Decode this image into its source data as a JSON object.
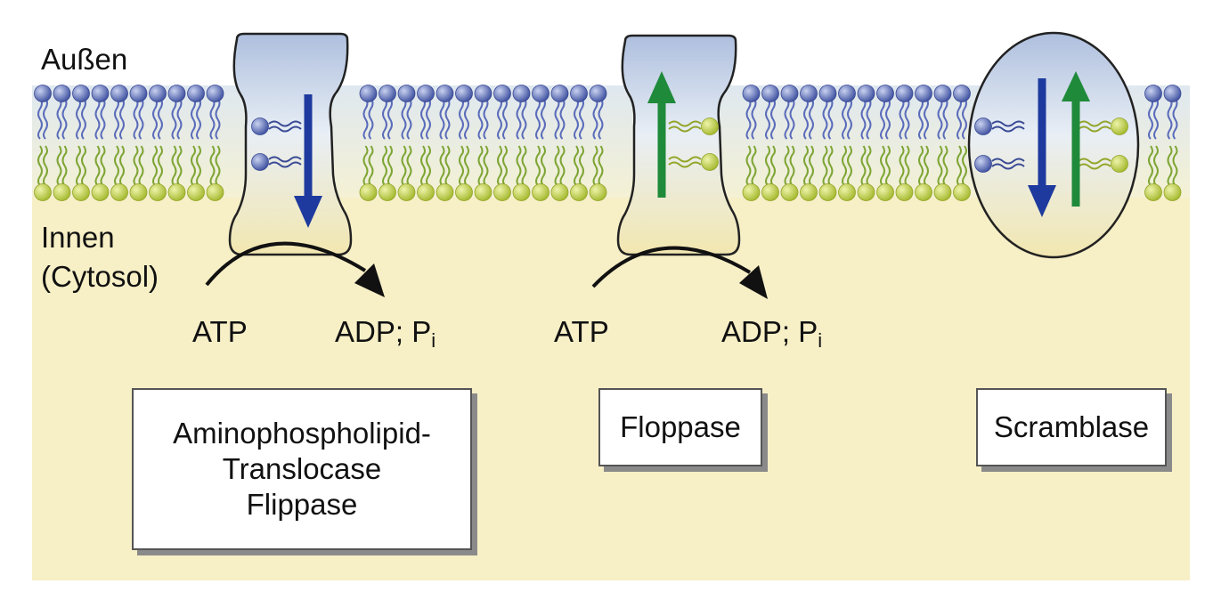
{
  "labels": {
    "outside": "Außen",
    "inside_line1": "Innen",
    "inside_line2": "(Cytosol)"
  },
  "proteins": [
    {
      "name_lines": [
        "Aminophospholipid-",
        "Translocase",
        "Flippase"
      ],
      "energy_in": "ATP",
      "energy_out_main": "ADP; P",
      "energy_out_sub": "i",
      "transport_direction": "down",
      "arrow_color": "#1e3a9e"
    },
    {
      "name_lines": [
        "Floppase"
      ],
      "energy_in": "ATP",
      "energy_out_main": "ADP; P",
      "energy_out_sub": "i",
      "transport_direction": "up",
      "arrow_color": "#1f8a3a"
    },
    {
      "name_lines": [
        "Scramblase"
      ],
      "transport_direction": "both"
    }
  ],
  "colors": {
    "outer_head": "#4a5fae",
    "outer_tail": "#5b6cba",
    "inner_head": "#b9cc3a",
    "inner_tail": "#7ea535",
    "cytosol": "#f7efc6",
    "membrane_band": "#eaf0f2",
    "protein_top": "#b3c2de",
    "protein_bottom": "#f3eab8"
  }
}
